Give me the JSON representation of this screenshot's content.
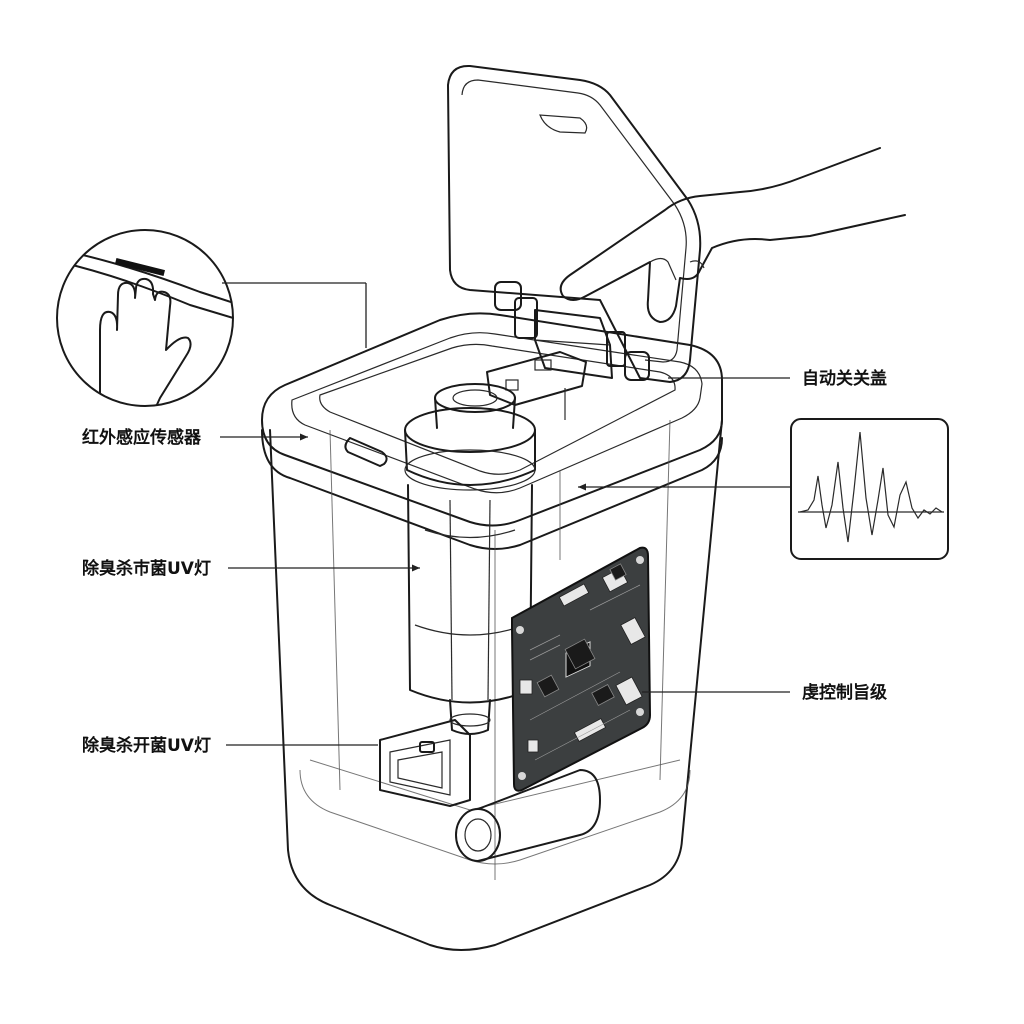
{
  "labels": {
    "auto_lid": "自动关关盖",
    "ir_sensor": "红外感应传感器",
    "uv_lamp_upper": "除臭杀巿菌UV灯",
    "uv_lamp_lower": "除臭杀开菌UV灯",
    "control_board": "虔控制旨级"
  },
  "colors": {
    "line": "#1a1a1a",
    "pcb": "#3c3f40",
    "background": "#ffffff"
  }
}
